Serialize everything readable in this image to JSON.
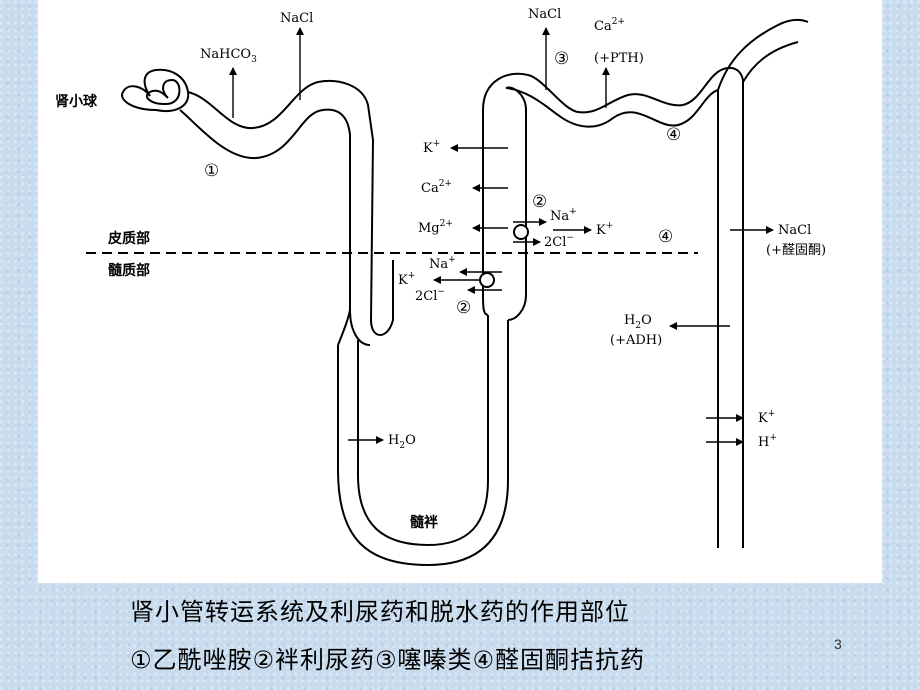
{
  "diagram": {
    "structures": {
      "glomerulus": "肾小球",
      "cortex": "皮质部",
      "medulla": "髓质部",
      "loop": "髓袢"
    },
    "transport": {
      "nahco3": "NaHCO",
      "nahco3_sub": "3",
      "nacl_proximal": "NaCl",
      "nacl_distal": "NaCl",
      "ca": "Ca",
      "ca_sup": "2+",
      "pth": "(+PTH)",
      "k_top": "K",
      "k_top_sup": "+",
      "ca_mid": "Ca",
      "ca_mid_sup": "2+",
      "mg": "Mg",
      "mg_sup": "2+",
      "na_upper": "Na",
      "na_upper_sup": "+",
      "cl_upper": "2Cl",
      "cl_upper_sup": "−",
      "k_right": "K",
      "k_right_sup": "+",
      "na_lower": "Na",
      "na_lower_sup": "+",
      "k_lower": "K",
      "k_lower_sup": "+",
      "cl_lower": "2Cl",
      "cl_lower_sup": "−",
      "h2o_loop": "H",
      "h2o_loop_sub": "2",
      "h2o_loop_o": "O",
      "h2o_collect": "H",
      "h2o_collect_sub": "2",
      "h2o_collect_o": "O",
      "adh": "(+ADH)",
      "nacl_collect": "NaCl",
      "aldosterone": "(+醛固酮)",
      "k_collect": "K",
      "k_collect_sup": "+",
      "h_collect": "H",
      "h_collect_sup": "+"
    },
    "sites": {
      "site1": "①",
      "site2_upper": "②",
      "site2_lower": "②",
      "site3": "③",
      "site4_upper": "④",
      "site4_lower": "④"
    }
  },
  "caption": {
    "line1": "肾小管转运系统及利尿药和脱水药的作用部位",
    "line2": "①乙酰唑胺②袢利尿药③噻嗪类④醛固酮拮抗药"
  },
  "page_number": "3"
}
